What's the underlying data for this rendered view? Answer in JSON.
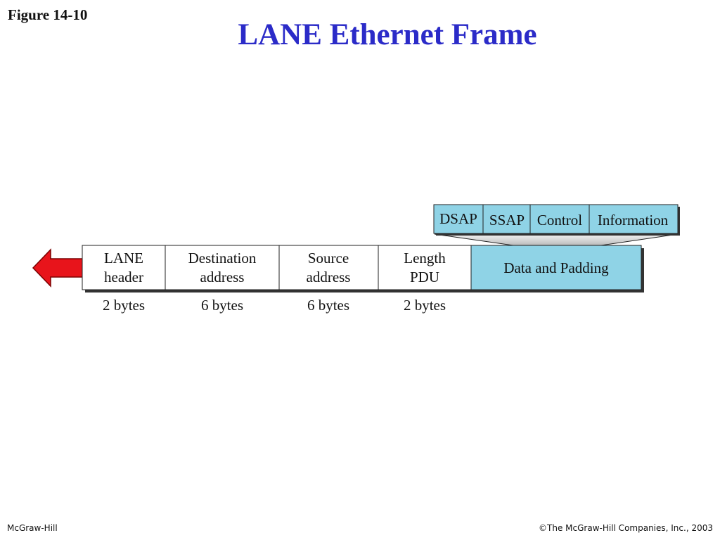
{
  "figure_label": "Figure 14-10",
  "title": "LANE Ethernet Frame",
  "frame_fields": [
    {
      "line1": "LANE",
      "line2": "header",
      "size": "2 bytes"
    },
    {
      "line1": "Destination",
      "line2": "address",
      "size": "6 bytes"
    },
    {
      "line1": "Source",
      "line2": "address",
      "size": "6 bytes"
    },
    {
      "line1": "Length",
      "line2": "PDU",
      "size": "2 bytes"
    },
    {
      "line1": "Data and Padding",
      "line2": "",
      "size": ""
    }
  ],
  "llc_fields": [
    "DSAP",
    "SSAP",
    "Control",
    "Information"
  ],
  "colors": {
    "title": "#2b2bc8",
    "data_fill": "#8fd3e6",
    "arrow_fill": "#e8141b",
    "shadow": "#333333"
  },
  "icons": [
    "left-arrow-icon"
  ],
  "footer": {
    "publisher": "McGraw-Hill",
    "copyright": "©The McGraw-Hill Companies, Inc., 2003"
  }
}
